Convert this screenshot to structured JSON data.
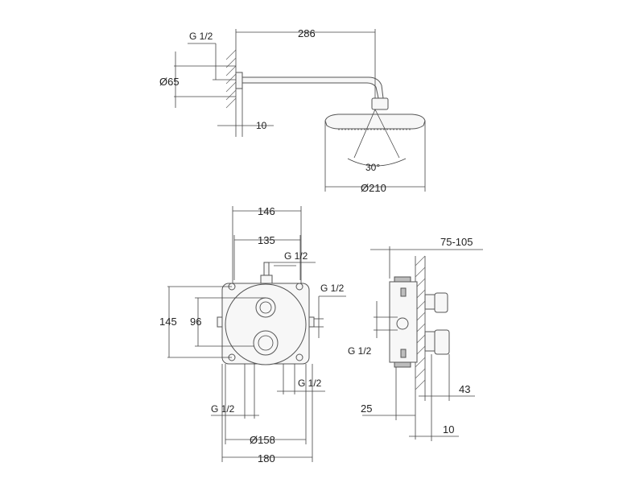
{
  "colors": {
    "line": "#444444",
    "part_fill": "#f7f7f7",
    "dark_fill": "#bdbdbd"
  },
  "labels": {
    "top_g12": "G 1/2",
    "top_d65": "Ø65",
    "top_286": "286",
    "top_10": "10",
    "top_30deg": "30°",
    "top_d210": "Ø210",
    "front_146": "146",
    "front_135": "135",
    "front_g12_top": "G 1/2",
    "front_g12_right": "G 1/2",
    "front_145": "145",
    "front_96": "96",
    "front_g12_bottom_right": "G 1/2",
    "front_g12_bottom_left": "G 1/2",
    "front_d158": "Ø158",
    "front_180": "180",
    "side_75_105": "75-105",
    "side_g12": "G 1/2",
    "side_25": "25",
    "side_43": "43",
    "side_10": "10"
  }
}
